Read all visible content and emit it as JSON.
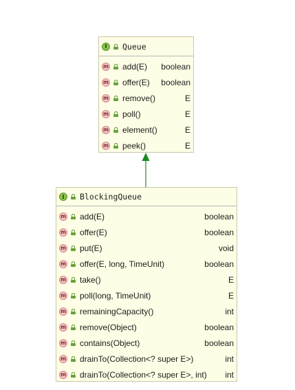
{
  "diagram": {
    "colors": {
      "box_fill": "#fefee6",
      "box_border": "#c9c9a8",
      "arrow": "#1e8a1e",
      "interface_badge": "#8bc34a",
      "method_badge": "#f6c4c4"
    },
    "queue": {
      "badge": "I",
      "name": "Queue",
      "methods": [
        {
          "badge": "m",
          "name": "add(E)",
          "type": "boolean"
        },
        {
          "badge": "m",
          "name": "offer(E)",
          "type": "boolean"
        },
        {
          "badge": "m",
          "name": "remove()",
          "type": "E"
        },
        {
          "badge": "m",
          "name": "poll()",
          "type": "E"
        },
        {
          "badge": "m",
          "name": "element()",
          "type": "E"
        },
        {
          "badge": "m",
          "name": "peek()",
          "type": "E"
        }
      ]
    },
    "blocking_queue": {
      "badge": "I",
      "name": "BlockingQueue",
      "methods": [
        {
          "badge": "m",
          "name": "add(E)",
          "type": "boolean"
        },
        {
          "badge": "m",
          "name": "offer(E)",
          "type": "boolean"
        },
        {
          "badge": "m",
          "name": "put(E)",
          "type": "void"
        },
        {
          "badge": "m",
          "name": "offer(E, long, TimeUnit)",
          "type": "boolean"
        },
        {
          "badge": "m",
          "name": "take()",
          "type": "E"
        },
        {
          "badge": "m",
          "name": "poll(long, TimeUnit)",
          "type": "E"
        },
        {
          "badge": "m",
          "name": "remainingCapacity()",
          "type": "int"
        },
        {
          "badge": "m",
          "name": "remove(Object)",
          "type": "boolean"
        },
        {
          "badge": "m",
          "name": "contains(Object)",
          "type": "boolean"
        },
        {
          "badge": "m",
          "name": "drainTo(Collection<? super E>)",
          "type": "int"
        },
        {
          "badge": "m",
          "name": "drainTo(Collection<? super E>, int)",
          "type": "int"
        }
      ]
    }
  }
}
